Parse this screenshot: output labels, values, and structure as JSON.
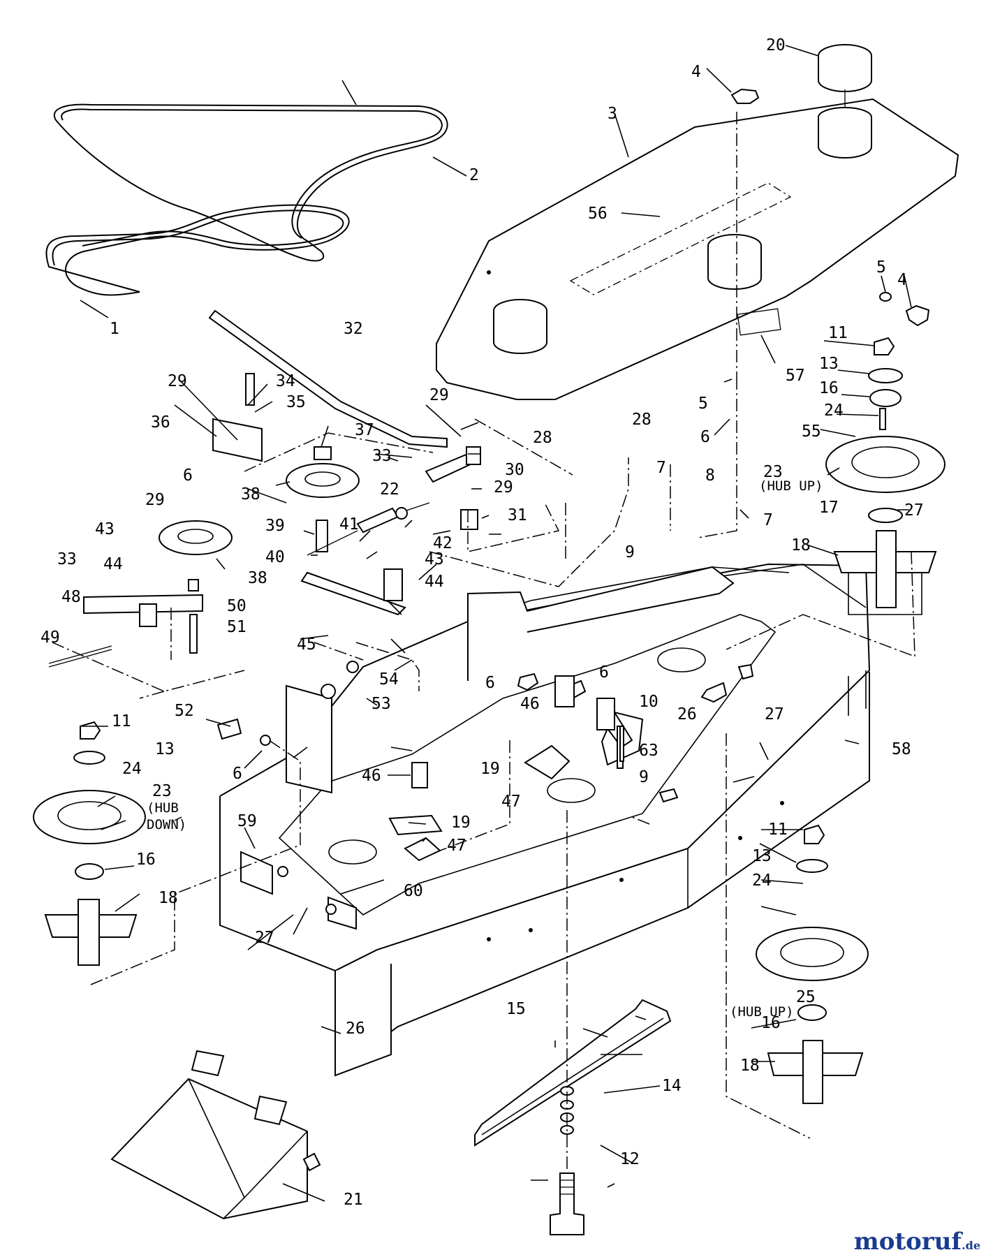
{
  "watermark": {
    "brand_main": "motoruf",
    "brand_tld": ".de",
    "color_primary": "#1a3c8f",
    "color_accent": "#e07b15"
  },
  "callouts": [
    {
      "id": "c1",
      "text": "1"
    },
    {
      "id": "c2",
      "text": "2"
    },
    {
      "id": "c3",
      "text": "3"
    },
    {
      "id": "c4a",
      "text": "4"
    },
    {
      "id": "c4b",
      "text": "4"
    },
    {
      "id": "c5a",
      "text": "5"
    },
    {
      "id": "c5b",
      "text": "5"
    },
    {
      "id": "c6a",
      "text": "6"
    },
    {
      "id": "c6b",
      "text": "6"
    },
    {
      "id": "c6c",
      "text": "6"
    },
    {
      "id": "c6d",
      "text": "6"
    },
    {
      "id": "c6e",
      "text": "6"
    },
    {
      "id": "c7a",
      "text": "7"
    },
    {
      "id": "c7b",
      "text": "7"
    },
    {
      "id": "c8",
      "text": "8"
    },
    {
      "id": "c9a",
      "text": "9"
    },
    {
      "id": "c9b",
      "text": "9"
    },
    {
      "id": "c10",
      "text": "10"
    },
    {
      "id": "c11a",
      "text": "11"
    },
    {
      "id": "c11b",
      "text": "11"
    },
    {
      "id": "c11c",
      "text": "11"
    },
    {
      "id": "c12",
      "text": "12"
    },
    {
      "id": "c13a",
      "text": "13"
    },
    {
      "id": "c13b",
      "text": "13"
    },
    {
      "id": "c13c",
      "text": "13"
    },
    {
      "id": "c14",
      "text": "14"
    },
    {
      "id": "c15",
      "text": "15"
    },
    {
      "id": "c16a",
      "text": "16"
    },
    {
      "id": "c16b",
      "text": "16"
    },
    {
      "id": "c16c",
      "text": "16"
    },
    {
      "id": "c17",
      "text": "17"
    },
    {
      "id": "c18a",
      "text": "18"
    },
    {
      "id": "c18b",
      "text": "18"
    },
    {
      "id": "c18c",
      "text": "18"
    },
    {
      "id": "c19a",
      "text": "19"
    },
    {
      "id": "c19b",
      "text": "19"
    },
    {
      "id": "c20",
      "text": "20"
    },
    {
      "id": "c21",
      "text": "21"
    },
    {
      "id": "c22",
      "text": "22"
    },
    {
      "id": "c23a",
      "text": "23"
    },
    {
      "id": "c23b",
      "text": "23"
    },
    {
      "id": "c24a",
      "text": "24"
    },
    {
      "id": "c24b",
      "text": "24"
    },
    {
      "id": "c24c",
      "text": "24"
    },
    {
      "id": "c25",
      "text": "25"
    },
    {
      "id": "c26a",
      "text": "26"
    },
    {
      "id": "c26b",
      "text": "26"
    },
    {
      "id": "c27a",
      "text": "27"
    },
    {
      "id": "c27b",
      "text": "27"
    },
    {
      "id": "c27c",
      "text": "27"
    },
    {
      "id": "c28a",
      "text": "28"
    },
    {
      "id": "c28b",
      "text": "28"
    },
    {
      "id": "c29a",
      "text": "29"
    },
    {
      "id": "c29b",
      "text": "29"
    },
    {
      "id": "c29c",
      "text": "29"
    },
    {
      "id": "c29d",
      "text": "29"
    },
    {
      "id": "c30",
      "text": "30"
    },
    {
      "id": "c31",
      "text": "31"
    },
    {
      "id": "c32",
      "text": "32"
    },
    {
      "id": "c33a",
      "text": "33"
    },
    {
      "id": "c33b",
      "text": "33"
    },
    {
      "id": "c34",
      "text": "34"
    },
    {
      "id": "c35",
      "text": "35"
    },
    {
      "id": "c36",
      "text": "36"
    },
    {
      "id": "c37",
      "text": "37"
    },
    {
      "id": "c38a",
      "text": "38"
    },
    {
      "id": "c38b",
      "text": "38"
    },
    {
      "id": "c39",
      "text": "39"
    },
    {
      "id": "c40",
      "text": "40"
    },
    {
      "id": "c41",
      "text": "41"
    },
    {
      "id": "c42",
      "text": "42"
    },
    {
      "id": "c43a",
      "text": "43"
    },
    {
      "id": "c43b",
      "text": "43"
    },
    {
      "id": "c44a",
      "text": "44"
    },
    {
      "id": "c44b",
      "text": "44"
    },
    {
      "id": "c45",
      "text": "45"
    },
    {
      "id": "c46a",
      "text": "46"
    },
    {
      "id": "c46b",
      "text": "46"
    },
    {
      "id": "c47a",
      "text": "47"
    },
    {
      "id": "c47b",
      "text": "47"
    },
    {
      "id": "c48",
      "text": "48"
    },
    {
      "id": "c49",
      "text": "49"
    },
    {
      "id": "c50",
      "text": "50"
    },
    {
      "id": "c51",
      "text": "51"
    },
    {
      "id": "c52",
      "text": "52"
    },
    {
      "id": "c53",
      "text": "53"
    },
    {
      "id": "c54",
      "text": "54"
    },
    {
      "id": "c55",
      "text": "55"
    },
    {
      "id": "c56",
      "text": "56"
    },
    {
      "id": "c57",
      "text": "57"
    },
    {
      "id": "c58",
      "text": "58"
    },
    {
      "id": "c59",
      "text": "59"
    },
    {
      "id": "c60",
      "text": "60"
    },
    {
      "id": "c63",
      "text": "63"
    }
  ],
  "notes": [
    {
      "id": "n23a",
      "text": "(HUB UP)"
    },
    {
      "id": "n23b_1",
      "text": "(HUB"
    },
    {
      "id": "n23b_2",
      "text": "DOWN)"
    },
    {
      "id": "n25",
      "text": "(HUB UP)"
    }
  ]
}
